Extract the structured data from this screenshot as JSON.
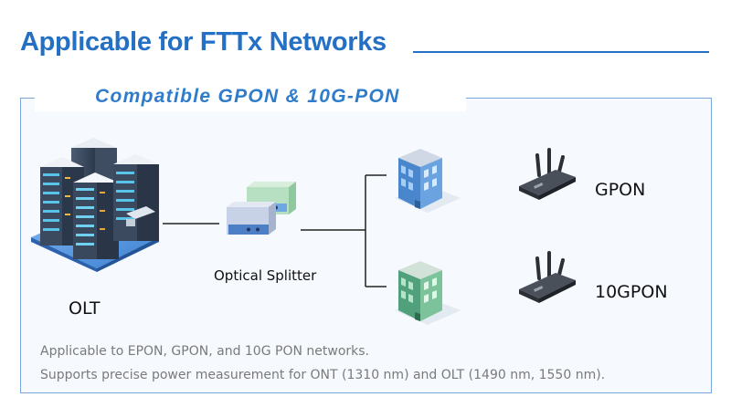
{
  "header": {
    "title": "Applicable for FTTx Networks",
    "subtitle": "Compatible GPON & 10G-PON"
  },
  "diagram": {
    "olt_label": "OLT",
    "splitter_label": "Optical Splitter",
    "branches": [
      {
        "label": "GPON"
      },
      {
        "label": "10GPON"
      }
    ]
  },
  "notes": [
    "Applicable to EPON, GPON, and 10G PON networks.",
    "Supports precise power measurement for ONT (1310 nm) and OLT (1490 nm, 1550 nm)."
  ],
  "colors": {
    "title_blue": "#2470c4",
    "frame_border": "#7aa8da",
    "line": "#222222"
  },
  "icons": [
    "server-rack-icon",
    "optical-splitter-icon",
    "building-icon",
    "router-icon"
  ]
}
